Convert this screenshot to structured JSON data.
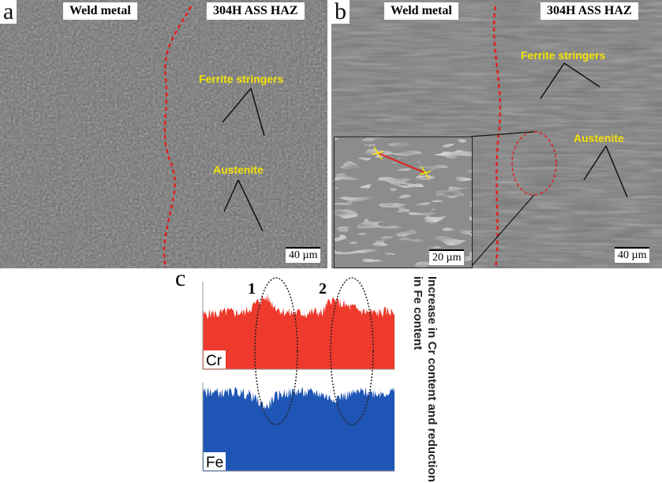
{
  "panel_a": {
    "label": "a",
    "weld_label": "Weld metal",
    "haz_label": "304H ASS HAZ",
    "ferrite_label": "Ferrite stringers",
    "austenite_label": "Austenite",
    "scale_bar": "40 µm"
  },
  "panel_b": {
    "label": "b",
    "weld_label": "Weld metal",
    "haz_label": "304H ASS HAZ",
    "ferrite_label": "Ferrite stringers",
    "austenite_label": "Austenite",
    "scale_bar": "40 µm",
    "inset_scale_bar": "20 µm"
  },
  "panel_c": {
    "label": "c",
    "side_text": "Increase in Cr content and reduction in Fe content"
  },
  "colors": {
    "cr": "#ee3a2c",
    "fe": "#1f55b5",
    "boundary": "#e02020",
    "annotation": "#f5e30a"
  },
  "chart_data": {
    "type": "area",
    "annotations": [
      "1",
      "2"
    ],
    "series": [
      {
        "name": "Cr",
        "values": [
          0.62,
          0.64,
          0.63,
          0.66,
          0.65,
          0.64,
          0.7,
          0.78,
          0.82,
          0.72,
          0.66,
          0.64,
          0.65,
          0.63,
          0.66,
          0.64,
          0.8,
          0.76,
          0.72,
          0.7,
          0.66,
          0.65,
          0.64,
          0.66,
          0.65
        ]
      },
      {
        "name": "Fe",
        "values": [
          0.88,
          0.9,
          0.89,
          0.88,
          0.9,
          0.88,
          0.86,
          0.78,
          0.72,
          0.84,
          0.88,
          0.89,
          0.9,
          0.88,
          0.89,
          0.87,
          0.82,
          0.84,
          0.86,
          0.88,
          0.9,
          0.89,
          0.88,
          0.89,
          0.9
        ]
      }
    ]
  }
}
